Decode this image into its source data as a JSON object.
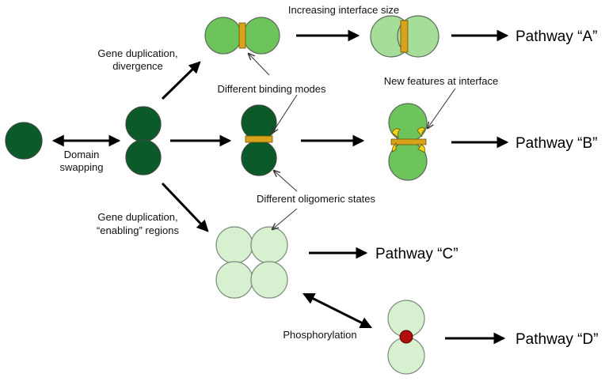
{
  "labels": {
    "increasing_interface_size": "Increasing interface size",
    "gene_dup_divergence_1": "Gene duplication,",
    "gene_dup_divergence_2": "divergence",
    "different_binding_modes": "Different binding modes",
    "new_features_at_interface": "New features at interface",
    "domain_swapping_1": "Domain",
    "domain_swapping_2": "swapping",
    "different_oligomeric_states": "Different oligomeric states",
    "gene_dup_enabling_1": "Gene duplication,",
    "gene_dup_enabling_2": "“enabling” regions",
    "phosphorylation": "Phosphorylation"
  },
  "pathways": {
    "a": "Pathway “A”",
    "b": "Pathway “B”",
    "c": "Pathway “C”",
    "d": "Pathway “D”"
  },
  "colors": {
    "dark_green": "#0b5a2a",
    "medium_green": "#6cc45a",
    "light_green": "#a6dd98",
    "pale_green": "#d6f0d0",
    "interface_orange": "#d9a21b",
    "phospho_red": "#b10e0e",
    "outline": "#5b6b5b"
  }
}
